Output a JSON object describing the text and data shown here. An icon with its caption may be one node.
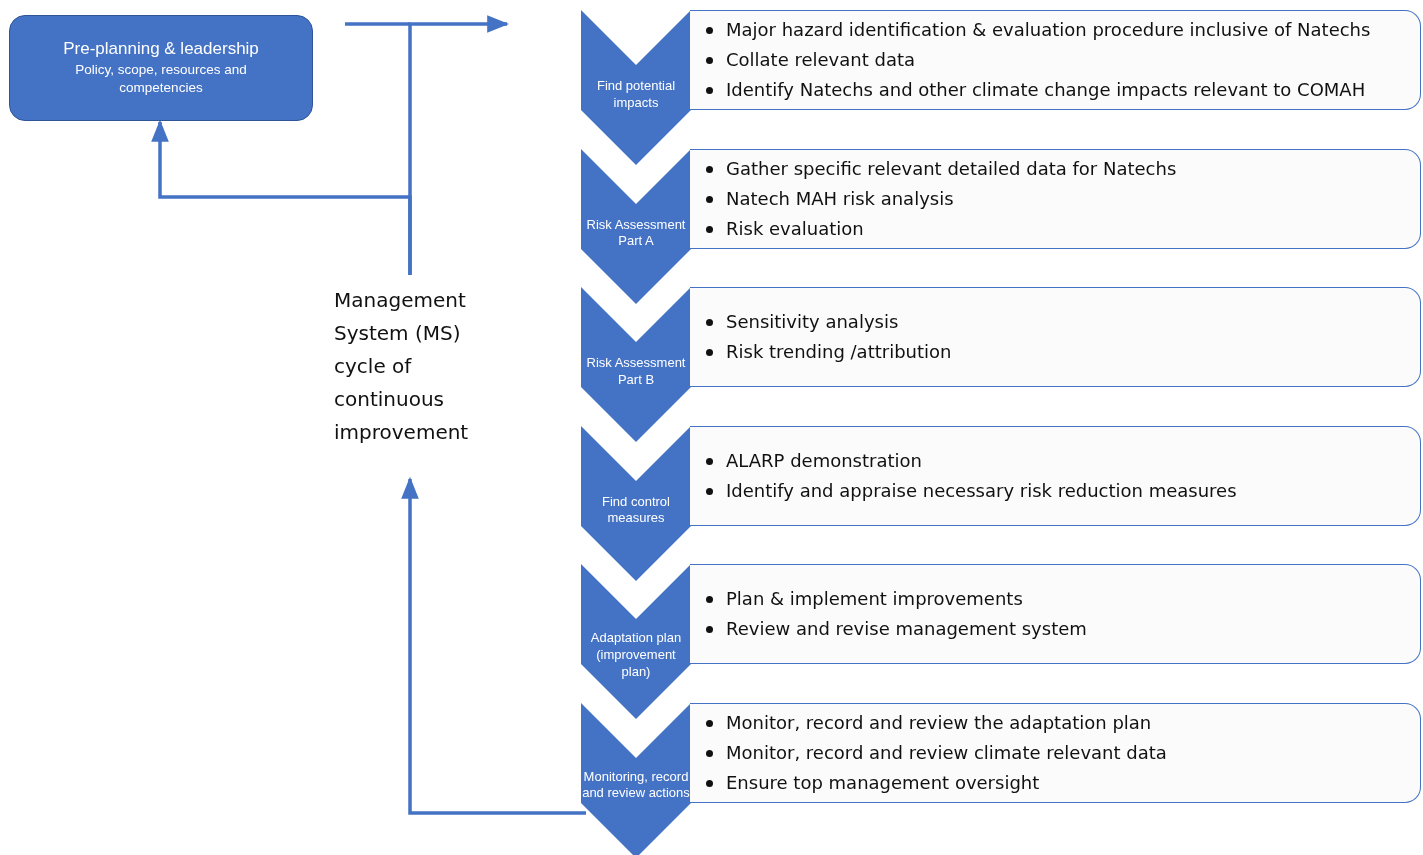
{
  "diagram": {
    "nodes": [
      {
        "text": [
          "Pre-planning & leadership",
          "Policy, scope, resources and competencies"
        ]
      },
      {
        "text": [
          "Management System (MS) cycle of continuous improvement"
        ]
      },
      {
        "text": [
          "Find potential impacts"
        ]
      },
      {
        "text": [
          "Major hazard identification & evaluation procedure inclusive of Natechs",
          "Collate relevant data",
          "Identify Natechs and other climate change impacts relevant to COMAH"
        ]
      },
      {
        "text": [
          "Risk Assessment Part A"
        ]
      },
      {
        "text": [
          "Gather specific relevant detailed data for Natechs",
          "Natech MAH risk analysis",
          "Risk evaluation"
        ]
      },
      {
        "text": [
          "Risk Assessment Part B"
        ]
      },
      {
        "text": [
          "Sensitivity analysis",
          "Risk trending /attribution"
        ]
      },
      {
        "text": [
          "Find control measures"
        ]
      },
      {
        "text": [
          "ALARP demonstration",
          "Identify and appraise necessary risk reduction measures"
        ]
      },
      {
        "text": [
          "Adaptation plan (improvement plan)"
        ]
      },
      {
        "text": [
          "Plan & implement improvements",
          "Review and revise management system"
        ]
      },
      {
        "text": [
          "Monitoring, record and review actions"
        ]
      },
      {
        "text": [
          "Monitor, record and review the adaptation plan",
          "Monitor, record and review climate relevant data",
          "Ensure top management oversight"
        ]
      }
    ],
    "edges": [
      {
        "from": 12,
        "to": 1,
        "arrow": "to"
      },
      {
        "from": 1,
        "to": 0,
        "arrow": "to"
      },
      {
        "from": 1,
        "to": 2,
        "arrow": "to"
      }
    ]
  }
}
